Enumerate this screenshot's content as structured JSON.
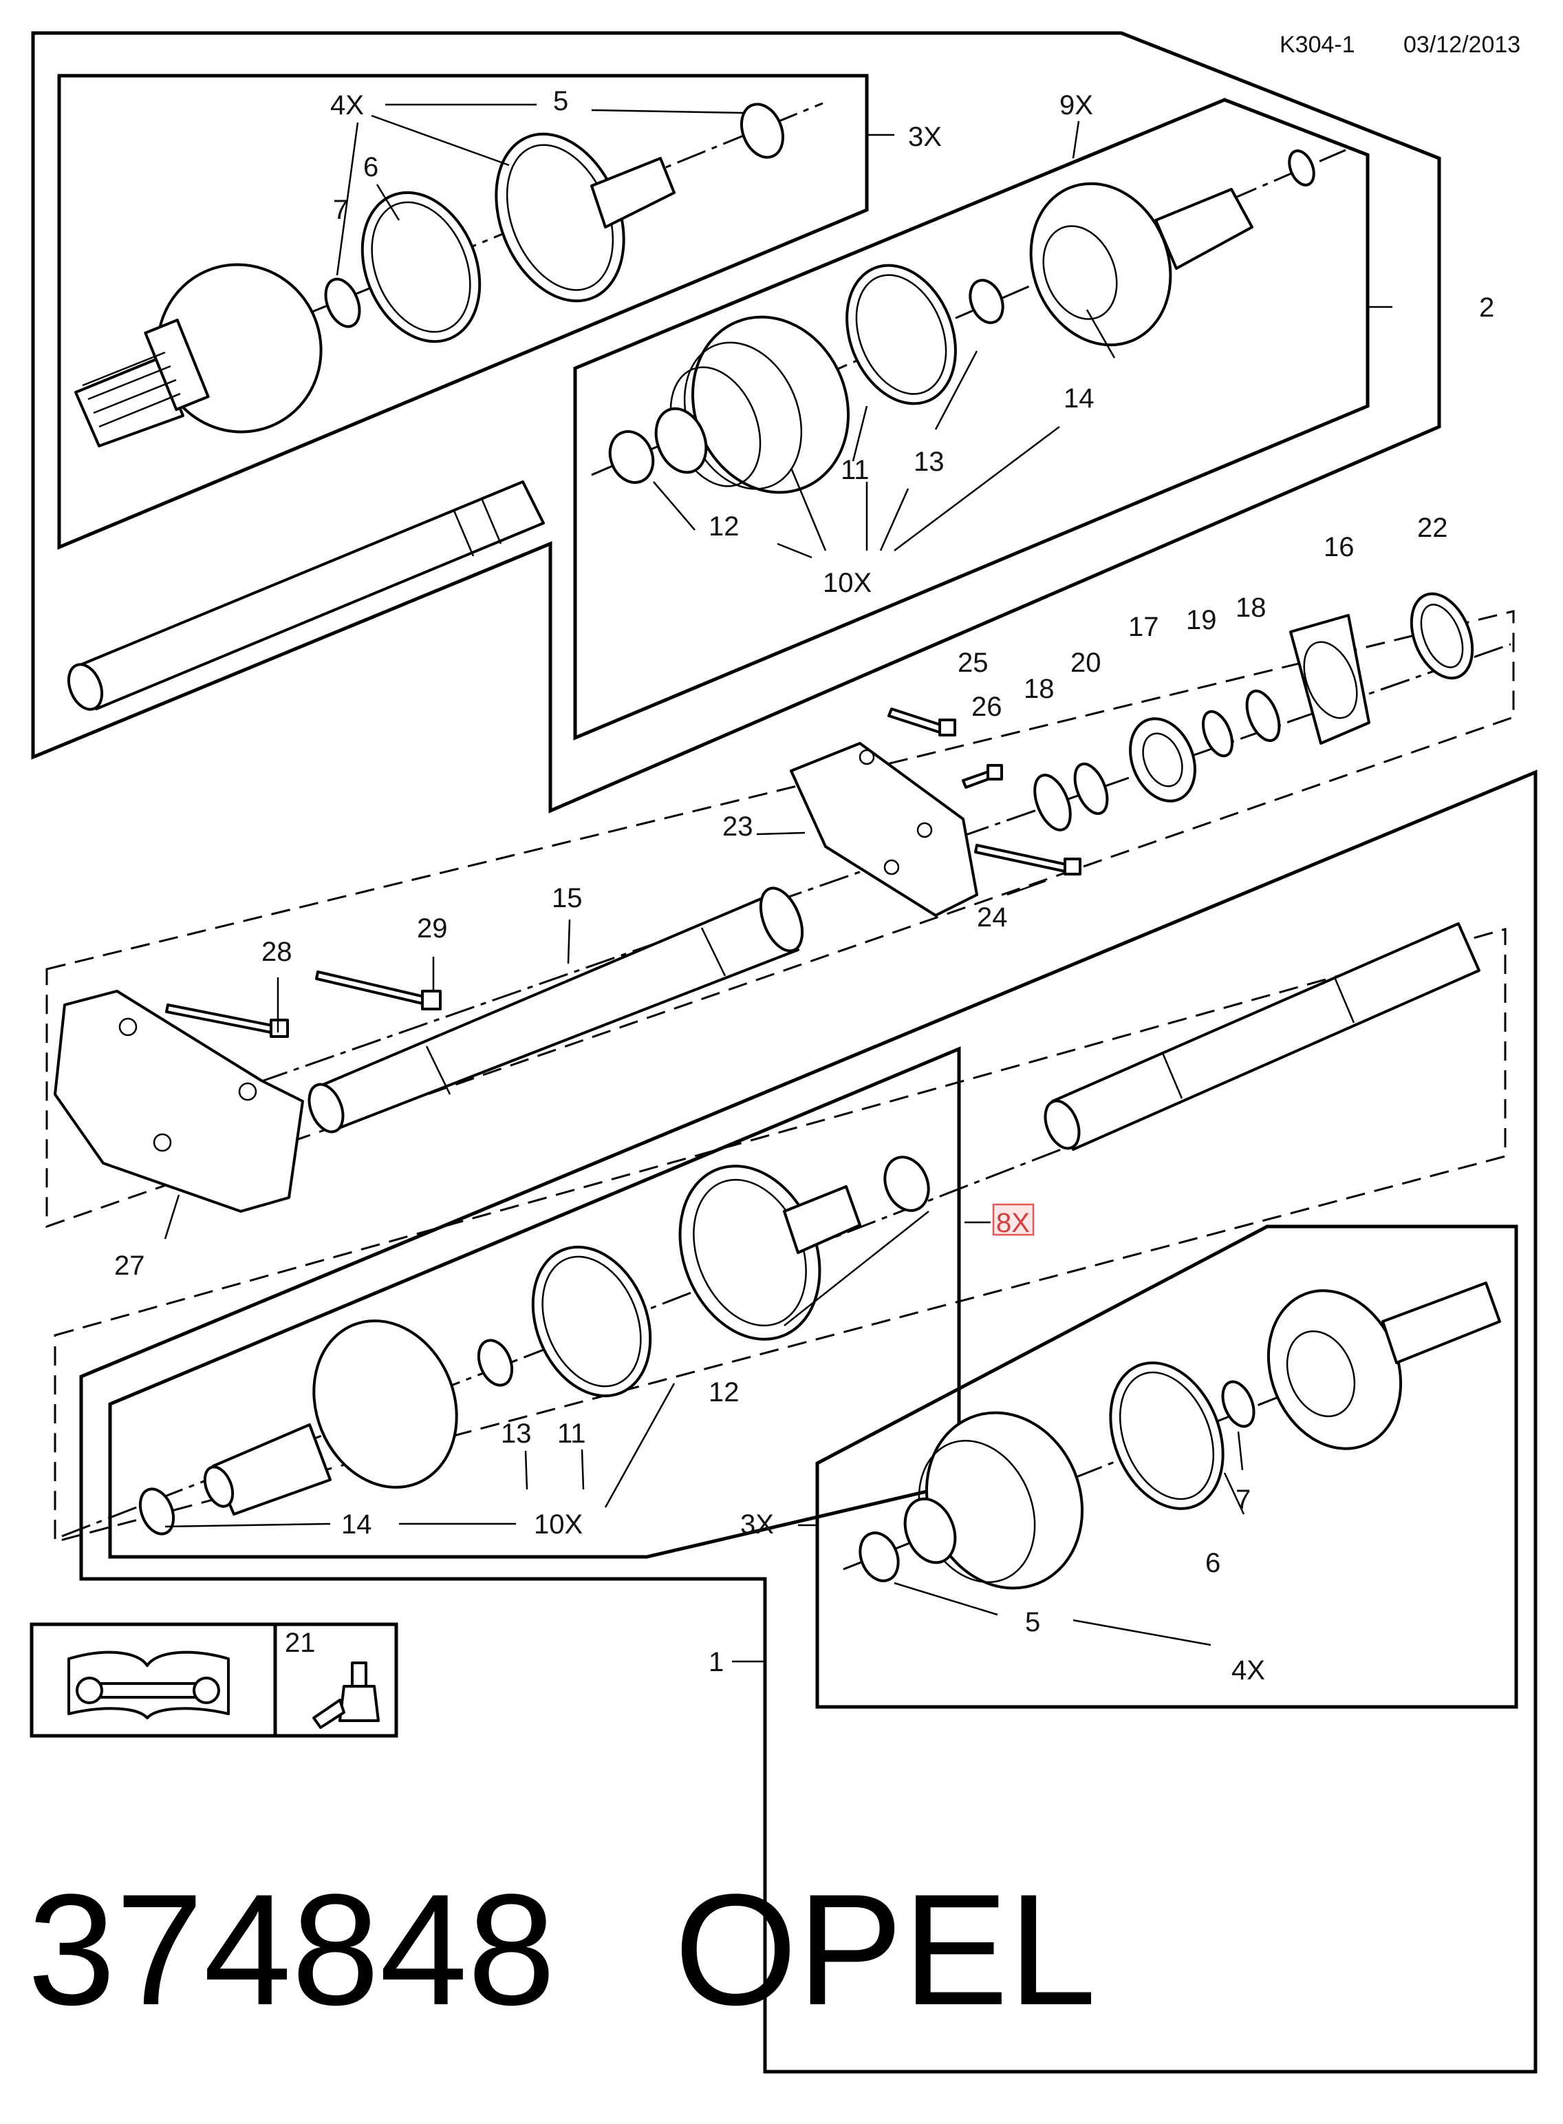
{
  "header": {
    "diagram_code": "K304-1",
    "date": "03/12/2013"
  },
  "footer": {
    "part_number": "374848",
    "brand": "OPEL"
  },
  "legend_box": {
    "label": "21"
  },
  "callouts": {
    "c_4x_a": "4X",
    "c_5_a": "5",
    "c_3x_a": "3X",
    "c_6_a": "6",
    "c_7_a": "7",
    "c_9x": "9X",
    "c_2": "2",
    "c_14_a": "14",
    "c_13_a": "13",
    "c_11_a": "11",
    "c_12_a": "12",
    "c_10x_a": "10X",
    "c_16": "16",
    "c_22": "22",
    "c_17": "17",
    "c_19": "19",
    "c_18_a": "18",
    "c_25": "25",
    "c_26": "26",
    "c_18_b": "18",
    "c_20": "20",
    "c_23": "23",
    "c_24": "24",
    "c_15": "15",
    "c_28": "28",
    "c_29": "29",
    "c_27": "27",
    "c_8x": "8X",
    "c_12_b": "12",
    "c_13_b": "13",
    "c_11_b": "11",
    "c_14_b": "14",
    "c_10x_b": "10X",
    "c_3x_b": "3X",
    "c_7_b": "7",
    "c_6_b": "6",
    "c_5_b": "5",
    "c_4x_b": "4X",
    "c_1": "1"
  }
}
